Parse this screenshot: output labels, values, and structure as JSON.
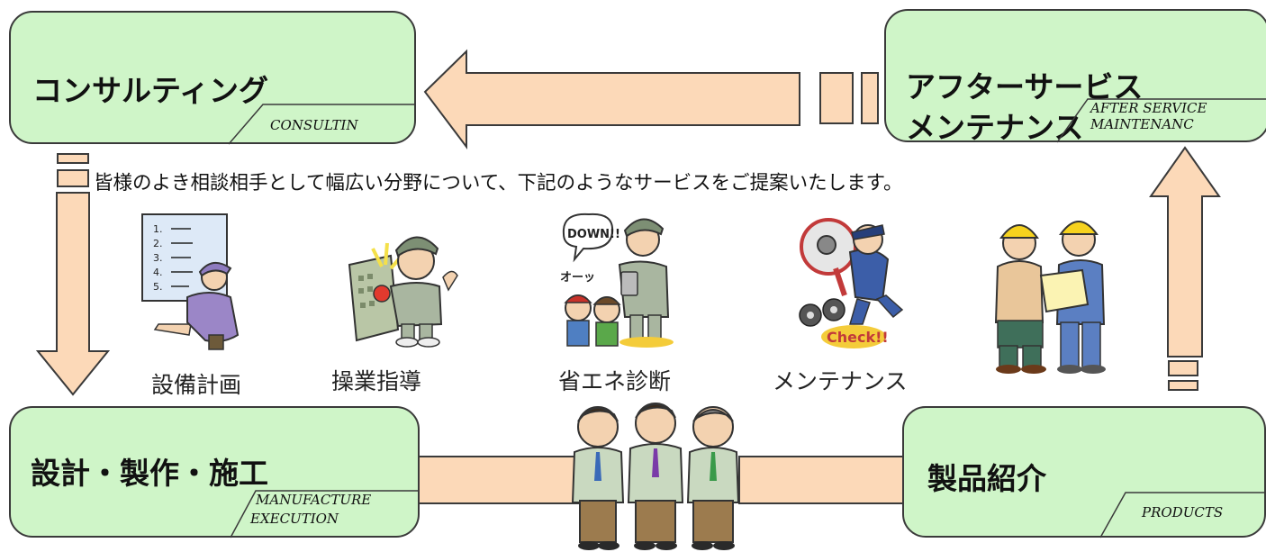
{
  "boxes": {
    "consulting": {
      "title": "コンサルティング",
      "tag": "CONSULTIN"
    },
    "after_service": {
      "title_line1": "アフターサービス",
      "title_line2": "メンテナンス",
      "tag_line1": "AFTER SERVICE",
      "tag_line2": "MAINTENANC"
    },
    "manufacture": {
      "title": "設計・製作・施工",
      "tag_line1": "MANUFACTURE",
      "tag_line2": "EXECUTION"
    },
    "products": {
      "title": "製品紹介",
      "tag": "PRODUCTS"
    }
  },
  "intro_text": "皆様のよき相談相手として幅広い分野について、下記のようなサービスをご提案いたします。",
  "services": [
    {
      "label": "設備計画",
      "icon": "planning-worker-icon"
    },
    {
      "label": "操業指導",
      "icon": "operation-guidance-worker-icon"
    },
    {
      "label": "省エネ診断",
      "icon": "energy-saving-diagnosis-icon"
    },
    {
      "label": "メンテナンス",
      "icon": "maintenance-check-icon"
    }
  ],
  "illustration_text": {
    "checklist": [
      "1.",
      "2.",
      "3.",
      "4.",
      "5."
    ],
    "down_bubble": "DOWN!!",
    "ohh": "オーッ",
    "check": "Check!!"
  },
  "colors": {
    "box_fill": "#cff5c8",
    "arrow_fill": "#fcd9b8",
    "border": "#3a3a3a"
  }
}
